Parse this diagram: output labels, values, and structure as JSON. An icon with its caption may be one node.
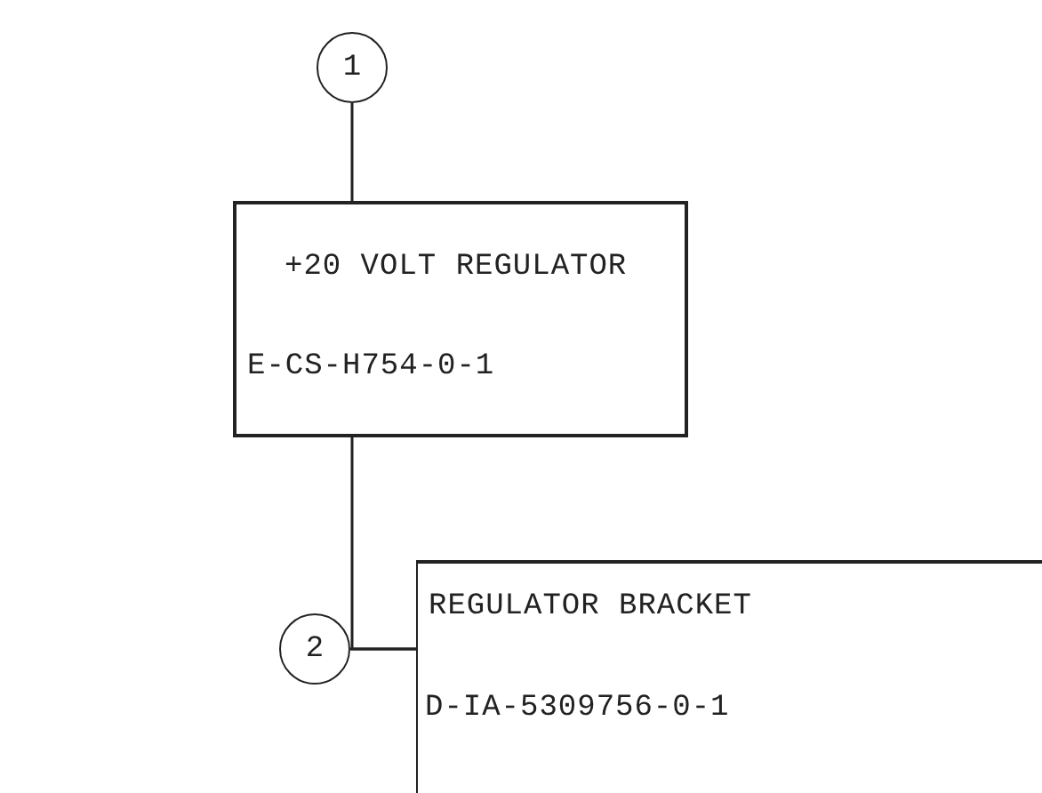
{
  "diagram": {
    "nodes": [
      {
        "text": [
          "1"
        ]
      },
      {
        "text": [
          "+20 VOLT REGULATOR",
          "E-CS-H754-0-1"
        ]
      },
      {
        "text": [
          "2"
        ]
      },
      {
        "text": [
          "REGULATOR BRACKET",
          "D-IA-5309756-0-1"
        ]
      }
    ],
    "edges": [
      {
        "from": 0,
        "to": 1,
        "arrow": "none"
      },
      {
        "from": 1,
        "to": 3,
        "arrow": "none"
      },
      {
        "from": 2,
        "to": 3,
        "arrow": "none"
      }
    ]
  }
}
